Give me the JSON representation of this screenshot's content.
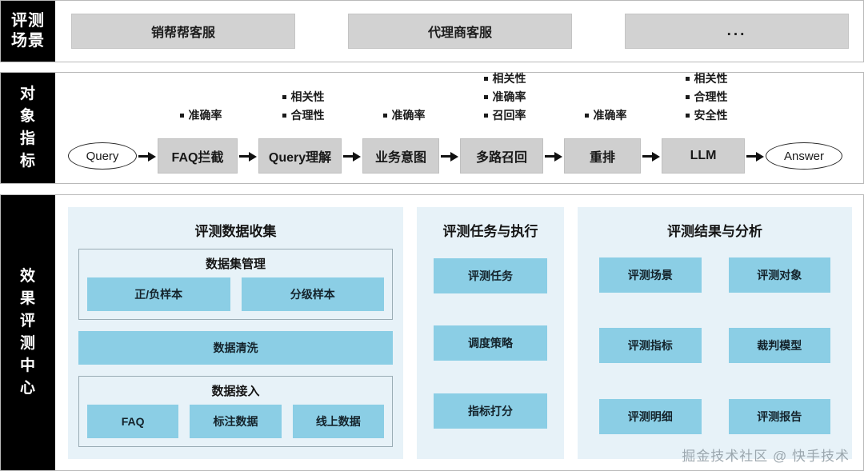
{
  "sections": {
    "scene": {
      "label_lines": [
        "评测",
        "场景"
      ],
      "boxes": [
        {
          "text": "销帮帮客服"
        },
        {
          "text": "代理商客服"
        },
        {
          "text": "..."
        }
      ]
    },
    "pipeline": {
      "label_lines": [
        "对",
        "象",
        "指",
        "标"
      ],
      "nodes": [
        {
          "text": "Query",
          "kind": "terminal"
        },
        {
          "text": "FAQ拦截",
          "kind": "stage"
        },
        {
          "text": "Query理解",
          "kind": "stage"
        },
        {
          "text": "业务意图",
          "kind": "stage"
        },
        {
          "text": "多路召回",
          "kind": "stage"
        },
        {
          "text": "重排",
          "kind": "stage"
        },
        {
          "text": "LLM",
          "kind": "stage"
        },
        {
          "text": "Answer",
          "kind": "terminal"
        }
      ],
      "metric_groups": [
        {
          "stage": "FAQ拦截",
          "items": [
            "准确率"
          ]
        },
        {
          "stage": "Query理解",
          "items": [
            "相关性",
            "合理性"
          ]
        },
        {
          "stage": "业务意图",
          "items": [
            "准确率"
          ]
        },
        {
          "stage": "多路召回",
          "items": [
            "相关性",
            "准确率",
            "召回率"
          ]
        },
        {
          "stage": "重排",
          "items": [
            "准确率"
          ]
        },
        {
          "stage": "LLM",
          "items": [
            "相关性",
            "合理性",
            "安全性"
          ]
        }
      ]
    },
    "center": {
      "label_lines": [
        "效",
        "果",
        "评",
        "测",
        "中",
        "心"
      ],
      "panels": [
        {
          "title": "评测数据收集",
          "dataset_box": {
            "title": "数据集管理",
            "chips": [
              "正/负样本",
              "分级样本"
            ]
          },
          "cleanse_chip": "数据清洗",
          "ingest_box": {
            "title": "数据接入",
            "chips": [
              "FAQ",
              "标注数据",
              "线上数据"
            ]
          }
        },
        {
          "title": "评测任务与执行",
          "chips": [
            "评测任务",
            "调度策略",
            "指标打分"
          ]
        },
        {
          "title": "评测结果与分析",
          "chips": [
            "评测场景",
            "评测对象",
            "评测指标",
            "裁判模型",
            "评测明细",
            "评测报告"
          ]
        }
      ]
    }
  },
  "watermark": "掘金技术社区 @ 快手技术",
  "colors": {
    "label_bg": "#000000",
    "scene_box": "#d2d2d2",
    "stage_box": "#cfcfcf",
    "panel_bg": "#e7f2f8",
    "chip_bg": "#8bcee5",
    "subbox_border": "#9aacb5"
  }
}
